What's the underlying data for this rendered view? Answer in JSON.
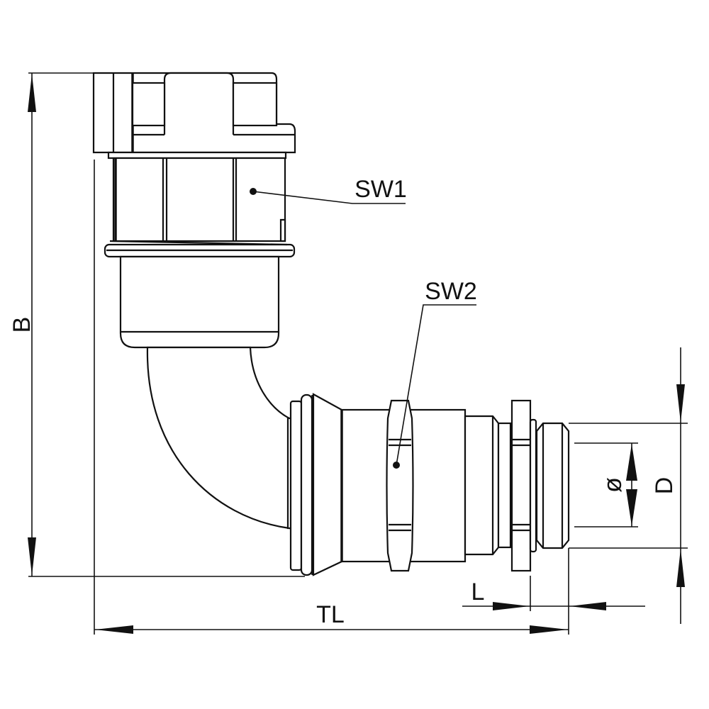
{
  "drawing": {
    "labels": {
      "height": "B",
      "wrench_size_1": "SW1",
      "wrench_size_2": "SW2",
      "outer_diameter": "D",
      "inner_diameter": "ø",
      "length": "L",
      "total_length": "TL"
    },
    "line_color": "#111111",
    "background": "#ffffff"
  }
}
